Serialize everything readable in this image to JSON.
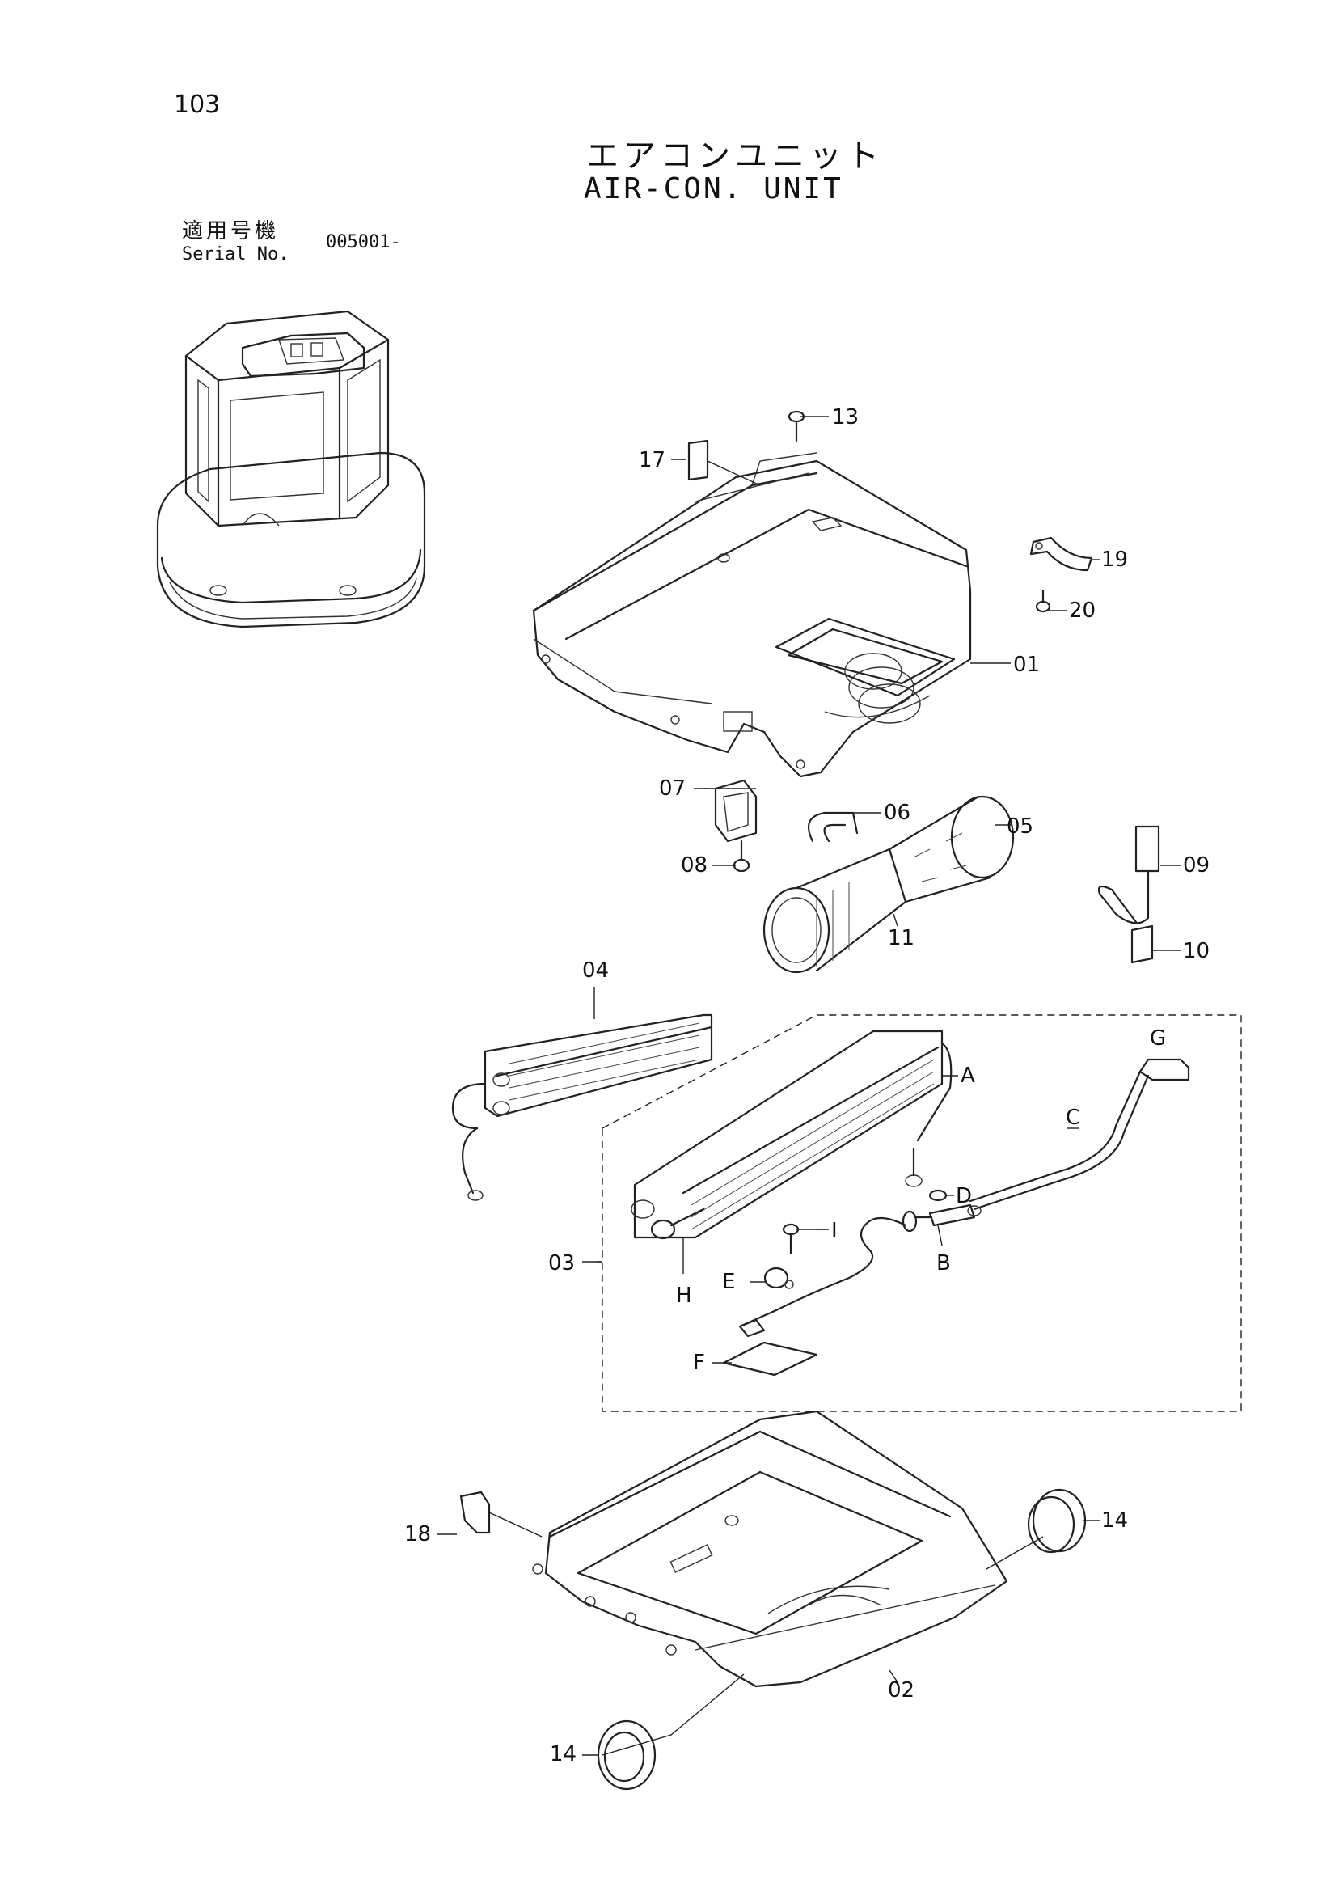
{
  "page_number": "103",
  "title_ja": "エアコンユニット",
  "title_en": "AIR-CON. UNIT",
  "serial": {
    "label_ja": "適用号機",
    "label_en": "Serial No.",
    "value": "005001-"
  },
  "callouts": {
    "p01": "01",
    "p02": "02",
    "p03": "03",
    "p04": "04",
    "p05": "05",
    "p06": "06",
    "p07": "07",
    "p08": "08",
    "p09": "09",
    "p10": "10",
    "p11": "11",
    "p13": "13",
    "p14a": "14",
    "p14b": "14",
    "p17": "17",
    "p18": "18",
    "p19": "19",
    "p20": "20",
    "A": "A",
    "B": "B",
    "C": "C",
    "D": "D",
    "E": "E",
    "F": "F",
    "G": "G",
    "H": "H",
    "I": "I"
  }
}
